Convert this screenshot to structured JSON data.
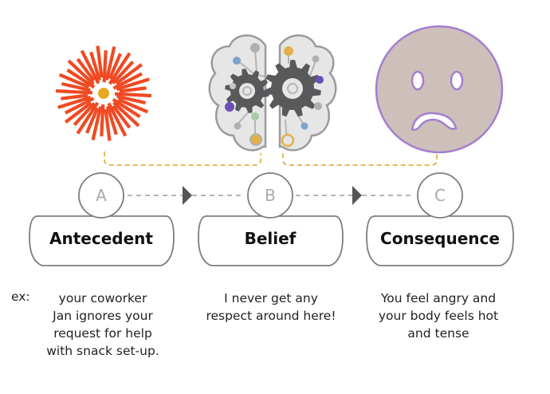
{
  "example_prefix": "ex:",
  "steps": [
    {
      "letter": "A",
      "label": "Antecedent",
      "example": "your coworker\nJan ignores your\nrequest for help\nwith snack set-up."
    },
    {
      "letter": "B",
      "label": "Belief",
      "example": "I never get any\nrespect around here!"
    },
    {
      "letter": "C",
      "label": "Consequence",
      "example": "You feel angry and\nyour body feels hot\nand tense"
    }
  ],
  "colors": {
    "burst": "#ef4a23",
    "burst_center": "#e8a820",
    "dash_gold": "#d9a520",
    "outline_gray": "#7d7d7d",
    "brain_fill": "#e6e6e6",
    "gear_dark": "#58595b",
    "node_purple": "#6a4fb5",
    "node_gold": "#e2b04a",
    "node_green": "#a8c8a8",
    "face_fill": "#cdbfba",
    "face_stroke": "#a37fd0"
  },
  "icons": [
    "burst-icon",
    "brain-gears-icon",
    "sad-face-icon"
  ]
}
